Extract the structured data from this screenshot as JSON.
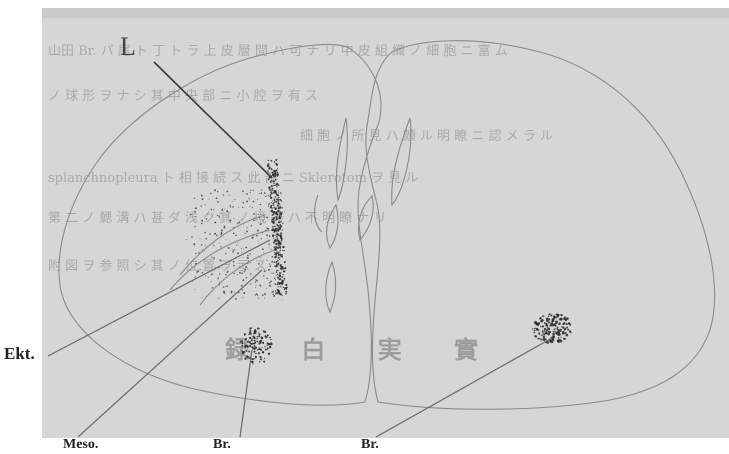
{
  "figure": {
    "labels": {
      "l": "L",
      "ektoderm": "Ekt.",
      "mesoderm": "Meso.",
      "branchial_left": "Br.",
      "branchial_right": "Br."
    },
    "bleed_through": {
      "large_chars": "録 白 実 實",
      "lines": [
        "山田 Br. パ 尾 ト 丁 ト ラ 上 皮 層 間 ハ 可 ナ リ 中 皮 組 織 ノ 細 胞 ニ 富 ム",
        "ノ 球 形 ヲ ナ シ 其 中 央 部 ニ 小 腔 ヲ 有 ス",
        "細 胞 ノ 所 見 ハ 頗 ル 明 瞭 ニ 認 メ ラ ル",
        "splanchnopleura ト 相 接 続 ス 此 部 ニ Sklerotom ヲ 見 ル",
        "第 二 ノ 鰓 溝 ハ 甚 ダ 浅 ク 其 ノ 境 界 ハ 不 明 瞭 ナ リ",
        "附 図 ヲ 参 照 シ 其 ノ 位 置 ヲ 示 ス"
      ]
    },
    "colors": {
      "background": "#d6d6d4",
      "outline": "#8a8a88",
      "stipple": "#2b2b2b",
      "label": "#222222"
    }
  }
}
